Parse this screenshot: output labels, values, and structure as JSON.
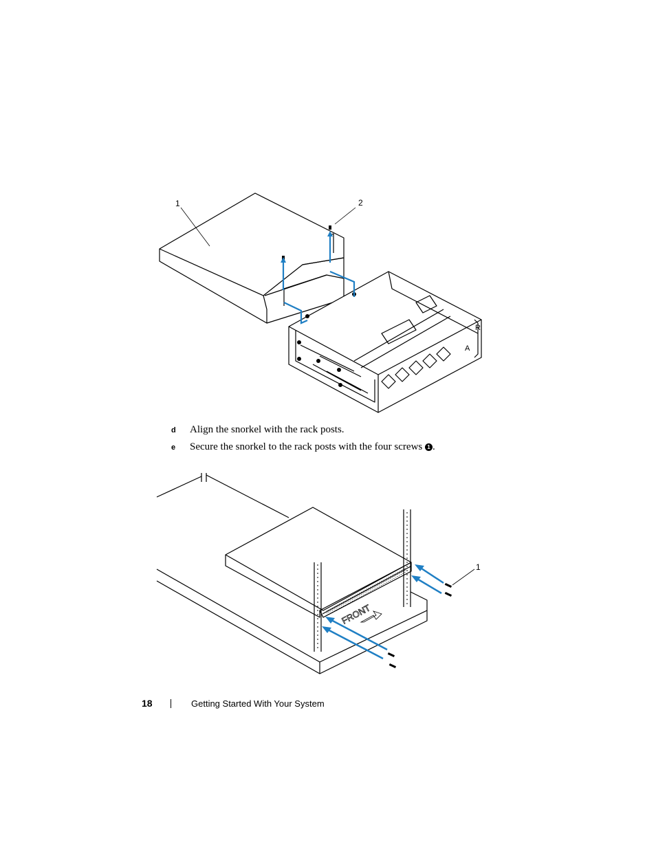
{
  "figure1": {
    "callout_1": "1",
    "callout_2": "2"
  },
  "figure1_rack_labels": [
    "R",
    "A"
  ],
  "steps": [
    {
      "letter": "d",
      "text": "Align the snorkel with the rack posts."
    },
    {
      "letter": "e",
      "text": "Secure the snorkel to the rack posts with the four screws",
      "marker": "1",
      "end": "."
    }
  ],
  "figure2": {
    "callout_1": "1",
    "front_label": "FRONT"
  },
  "footer": {
    "page_number": "18",
    "title": "Getting Started With Your System"
  },
  "colors": {
    "line": "#000000",
    "arrow": "#1f7fc4"
  }
}
